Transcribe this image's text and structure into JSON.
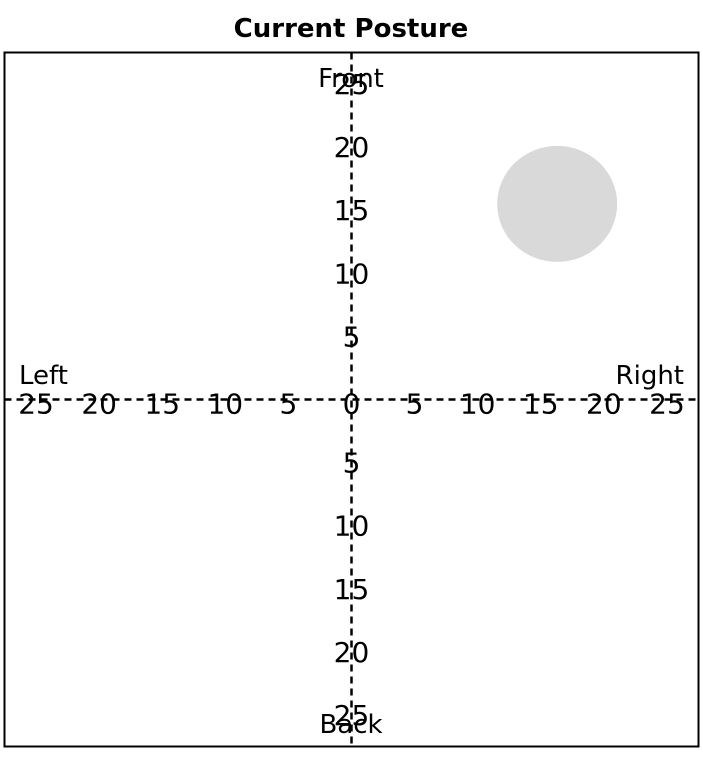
{
  "chart_data": {
    "type": "scatter",
    "title": "Current Posture",
    "labels": {
      "front": "Front",
      "back": "Back",
      "left": "Left",
      "right": "Right"
    },
    "x_ticks": [
      "25",
      "20",
      "15",
      "10",
      "5",
      "0",
      "5",
      "10",
      "15",
      "20",
      "25"
    ],
    "x_tick_values": [
      -25,
      -20,
      -15,
      -10,
      -5,
      0,
      5,
      10,
      15,
      20,
      25
    ],
    "y_ticks": [
      "25",
      "20",
      "15",
      "10",
      "5",
      "5",
      "10",
      "15",
      "20",
      "25"
    ],
    "y_tick_values": [
      25,
      20,
      15,
      10,
      5,
      -5,
      -10,
      -15,
      -20,
      -25
    ],
    "xlim": [
      -27.5,
      27.5
    ],
    "ylim": [
      -27.5,
      27.5
    ],
    "points": [
      {
        "x": 16.3,
        "y": 15.5
      }
    ],
    "marker_color": "#d9d9d9",
    "axis_color": "#000000"
  }
}
